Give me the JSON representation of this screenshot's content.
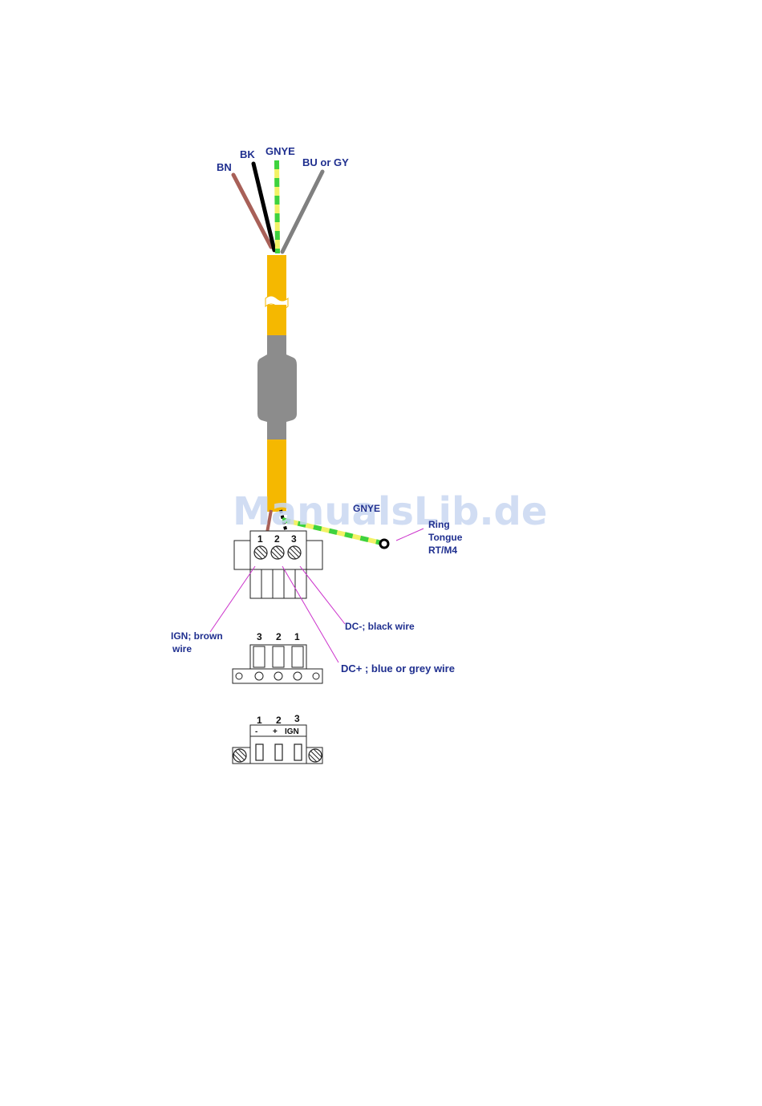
{
  "wire_labels": {
    "bn": "BN",
    "bk": "BK",
    "gnye": "GNYE",
    "bu_gy": "BU or GY"
  },
  "colors": {
    "cable": "#f5b800",
    "boot": "#8c8c8c",
    "brown": "#a86058",
    "black": "#000000",
    "green": "#3ed23e",
    "yellow": "#f2f266",
    "grey": "#808080",
    "label": "#1f2f8f",
    "leader": "#cc33cc",
    "watermark": "#c9d8f2"
  },
  "watermark": "ManualsLib.de",
  "ground": {
    "gnye_label": "GNYE",
    "ring_label_line1": "Ring",
    "ring_label_line2": "Tongue",
    "ring_label_line3": "RT/M4"
  },
  "connector_top": {
    "pins": [
      "1",
      "2",
      "3"
    ]
  },
  "callouts": {
    "ign_line1": "IGN; brown",
    "ign_line2": "wire",
    "dc_minus": "DC-; black wire",
    "dc_plus": "DC+ ; blue or grey wire"
  },
  "connector_side": {
    "pins": [
      "3",
      "2",
      "1"
    ]
  },
  "connector_front": {
    "pins": [
      "1",
      "2",
      "3"
    ],
    "signals": [
      "-",
      "+",
      "IGN"
    ]
  }
}
